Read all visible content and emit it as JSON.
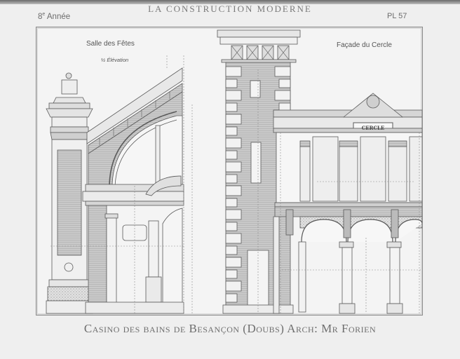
{
  "header": {
    "journal_title": "LA CONSTRUCTION MODERNE",
    "year_number": "8",
    "year_suffix": "e",
    "year_label": "Année",
    "plate_number": "PL 57"
  },
  "drawing": {
    "left_panel": {
      "title": "Salle des Fêtes",
      "subtitle": "½ Élévation"
    },
    "right_panel": {
      "title": "Façade du Cercle",
      "sign_text": "CERCLE"
    },
    "colors": {
      "ink": "#555555",
      "hatch": "#a8a8a8",
      "paper": "#f4f4f4",
      "frame": "#8c8c8c"
    }
  },
  "caption": {
    "text": "Casino des bains de Besançon (Doubs) Arch: Mr Forien"
  }
}
